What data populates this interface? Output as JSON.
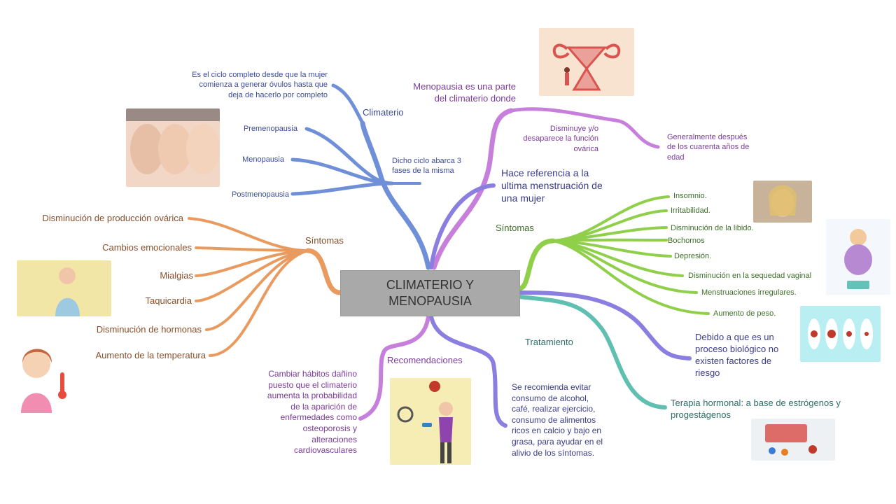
{
  "center": {
    "title": "CLIMATERIO Y\nMENOPAUSIA"
  },
  "colors": {
    "climaterio": "#6f8fd8",
    "menopausia": "#c77fdc",
    "referencia": "#8a7ee0",
    "sintomas_left": "#e99b5f",
    "sintomas_right": "#8fcf4a",
    "tratamiento": "#5fbfb0",
    "recomendaciones": "#c77fdc",
    "text_blue": "#3b4a9b",
    "text_purple": "#7b3b9b",
    "text_brown": "#8a4e2a",
    "text_green": "#3f6f2a",
    "text_teal": "#2d7068"
  },
  "climaterio": {
    "label": "Climaterio",
    "definition": "Es el ciclo completo desde que la mujer\ncomienza a generar óvulos hasta que\ndeja de hacerlo por completo",
    "phases_note": "Dicho ciclo abarca 3\nfases de la misma",
    "phases": [
      "Premenopausia",
      "Menopausia",
      "Postmenopausia"
    ]
  },
  "menopausia": {
    "intro": "Menopausia es una parte\ndel climaterio donde",
    "detail": "Disminuye y/o\ndesaparece la función\novárica",
    "when": "Generalmente después\nde los cuarenta años de\nedad"
  },
  "referencia": {
    "text": "Hace referencia a la\nultima menstruación de\nuna mujer"
  },
  "sintomas_left": {
    "label": "Síntomas",
    "items": [
      "Disminución de producción ovárica",
      "Cambios emocionales",
      "Mialgias",
      "Taquicardia",
      "Disminución de hormonas",
      "Aumento de la temperatura"
    ]
  },
  "sintomas_right": {
    "label": "Síntomas",
    "items": [
      "Insomnio.",
      "Irritabilidad.",
      "Disminución de la libido.",
      "Bochornos",
      "Depresión.",
      "Disminución en la sequedad vaginal",
      "Menstruaciones irregulares.",
      "Aumento de peso."
    ]
  },
  "tratamiento": {
    "label": "Tratamiento",
    "no_risk": "Debido a que es un\nproceso biológico no\nexisten factores de\nriesgo",
    "therapy": "Terapia hormonal: a base de estrógenos y\nprogestágenos"
  },
  "recomendaciones": {
    "label": "Recomendaciones",
    "left": "Cambiar hábitos dañino\npuesto que el climaterio\naumenta la probabilidad\nde la aparición de\nenfermedades como\nosteoporosis y\nalteraciones\ncardiovasculares",
    "right": "Se recomienda evitar\nconsumo de alcohol,\ncafé, realizar ejercicio,\nconsumo de alimentos\nricos en calcio y bajo en\ngrasa, para ayudar en el\nalivio de los síntomas."
  }
}
